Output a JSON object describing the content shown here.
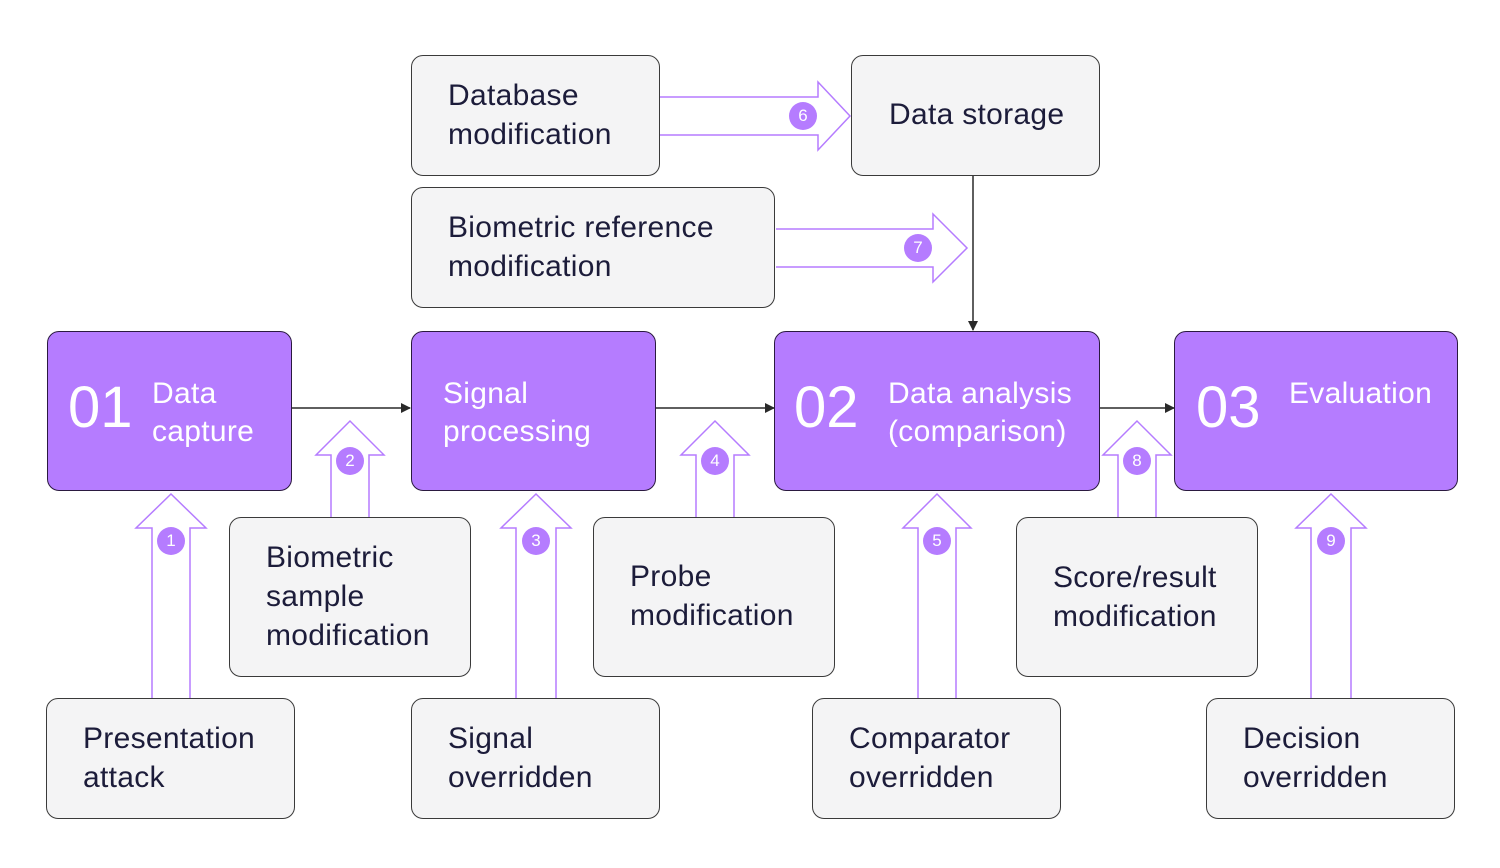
{
  "stages": {
    "data_capture": {
      "number": "01",
      "label": "Data capture"
    },
    "signal_processing": {
      "label": "Signal processing"
    },
    "data_analysis": {
      "number": "02",
      "label": "Data analysis (comparison)"
    },
    "evaluation": {
      "number": "03",
      "label": "Evaluation"
    }
  },
  "nodes": {
    "database_modification": "Database modification",
    "data_storage": "Data storage",
    "biometric_reference_modification": "Biometric reference modification",
    "biometric_sample_modification": "Biometric sample modification",
    "probe_modification": "Probe modification",
    "score_result_modification": "Score/result modification",
    "presentation_attack": "Presentation attack",
    "signal_overridden": "Signal overridden",
    "comparator_overridden": "Comparator overridden",
    "decision_overridden": "Decision overridden"
  },
  "attack_points": [
    "1",
    "2",
    "3",
    "4",
    "5",
    "6",
    "7",
    "8",
    "9"
  ],
  "colors": {
    "stage_fill": "#b57cff",
    "node_fill": "#f4f4f5",
    "arrow_outline": "#b57cff",
    "connector": "#2a2a2a"
  }
}
